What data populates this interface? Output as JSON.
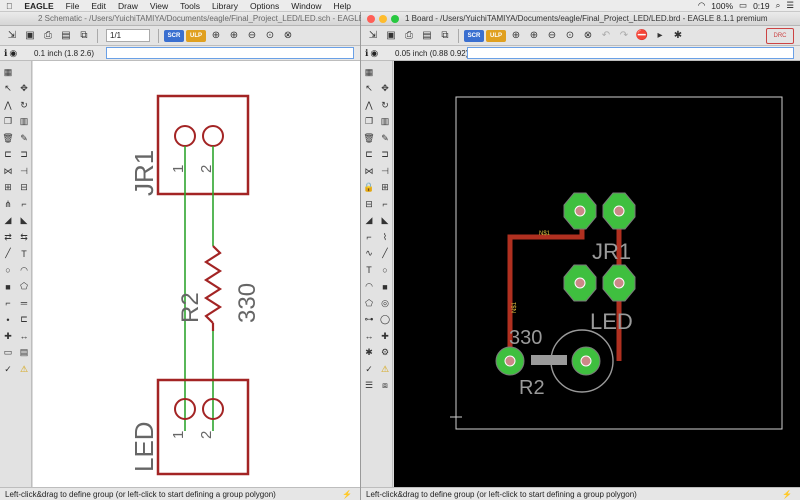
{
  "menubar": {
    "apple": "",
    "app_name": "EAGLE",
    "items": [
      "File",
      "Edit",
      "Draw",
      "View",
      "Tools",
      "Library",
      "Options",
      "Window",
      "Help"
    ],
    "battery": "100%",
    "time": "0:19"
  },
  "schematic": {
    "title": "2 Schematic - /Users/YuichiTAMIYA/Documents/eagle/Final_Project_LED/LED.sch - EAGLE 8.1.1...",
    "page_select": "1/1",
    "coord": "0.1 inch (1.8 2.6)",
    "status": "Left-click&drag to define group (or left-click to start defining a group polygon)",
    "parts": {
      "jr1_name": "JR1",
      "led_name": "LED",
      "r2_name": "R2",
      "r2_value": "330",
      "pin1": "1",
      "pin2": "2"
    }
  },
  "board": {
    "title": "1 Board - /Users/YuichiTAMIYA/Documents/eagle/Final_Project_LED/LED.brd - EAGLE 8.1.1 premium",
    "coord": "0.05 inch (0.88 0.92)",
    "status": "Left-click&drag to define group (or left-click to start defining a group polygon)",
    "labels": {
      "jr1": "JR1",
      "led": "LED",
      "r2": "R2",
      "value": "330",
      "net1": "N$1",
      "net2": "N$1"
    }
  },
  "colors": {
    "schematic_bg": "#ffffff",
    "symbol": "#a32424",
    "net": "#2fa52f",
    "board_bg": "#000000",
    "trace": "#b03020",
    "pad": "#3fbf3f"
  }
}
